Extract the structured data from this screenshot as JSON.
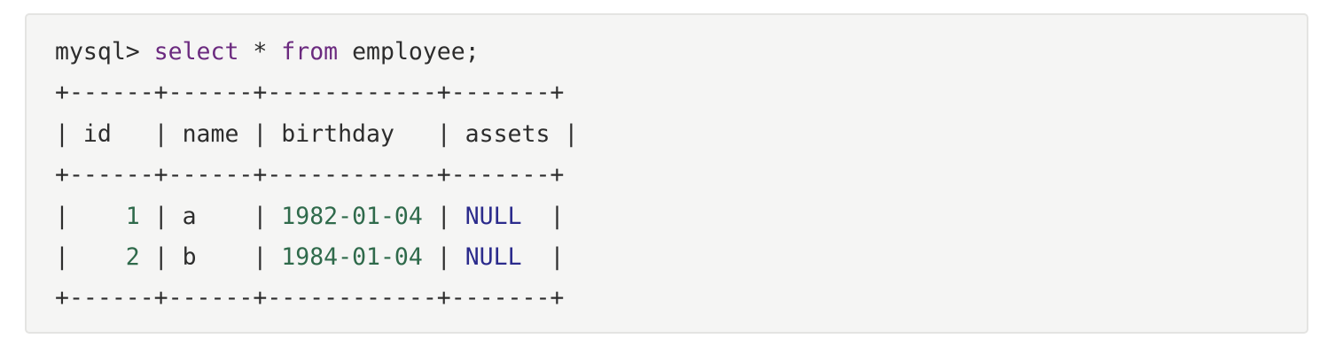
{
  "terminal": {
    "prompt": "mysql> ",
    "kw_select": "select",
    "star": " * ",
    "kw_from": "from",
    "rest": " employee;"
  },
  "table": {
    "border": "+------+------+------------+-------+",
    "header": "| id   | name | birthday   | assets |",
    "rows": [
      {
        "pre": "|    ",
        "id": "1",
        "mid1": " | a    | ",
        "birthday": "1982-01-04",
        "mid2": " | ",
        "assets": "NULL",
        "post": "  |"
      },
      {
        "pre": "|    ",
        "id": "2",
        "mid1": " | b    | ",
        "birthday": "1984-01-04",
        "mid2": " | ",
        "assets": "NULL",
        "post": "  |"
      }
    ]
  },
  "colors": {
    "background": "#f5f5f4",
    "border": "#e4e4e2",
    "text": "#2d2d2d",
    "keyword": "#6b2a7f",
    "number": "#2f6a4b",
    "null": "#2b2b8c"
  }
}
